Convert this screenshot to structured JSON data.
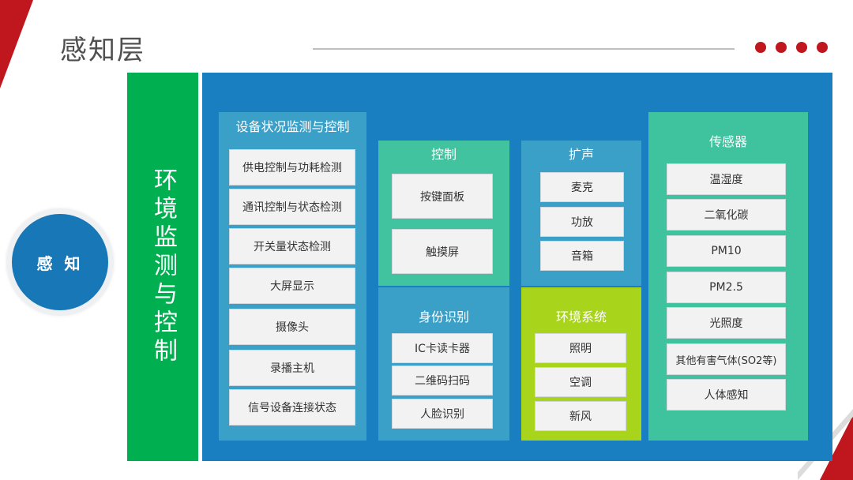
{
  "page_title": "感知层",
  "circle_label": "感 知",
  "side_label": "环境监测与控制",
  "colors": {
    "accent_red": "#c0161e",
    "green": "#00b050",
    "blue_panel": "#1a7fc1",
    "device_blue": "#3ba0c8",
    "teal": "#41c3a0",
    "lime": "#a8d41c",
    "sensor_green": "#3fc29e"
  },
  "sections": {
    "device": {
      "title": "设备状况监测与控制",
      "items": [
        "供电控制与功耗检测",
        "通讯控制与状态检测",
        "开关量状态检测",
        "大屏显示",
        "摄像头",
        "录播主机",
        "信号设备连接状态"
      ]
    },
    "control": {
      "title": "控制",
      "items": [
        "按键面板",
        "触摸屏"
      ]
    },
    "identity": {
      "title": "身份识别",
      "items": [
        "IC卡读卡器",
        "二维码扫码",
        "人脸识别"
      ]
    },
    "sound": {
      "title": "扩声",
      "items": [
        "麦克",
        "功放",
        "音箱"
      ]
    },
    "environment": {
      "title": "环境系统",
      "items": [
        "照明",
        "空调",
        "新风"
      ]
    },
    "sensors": {
      "title": "传感器",
      "items": [
        "温湿度",
        "二氧化碳",
        "PM10",
        "PM2.5",
        "光照度",
        "其他有害气体(SO2等)",
        "人体感知"
      ]
    }
  }
}
